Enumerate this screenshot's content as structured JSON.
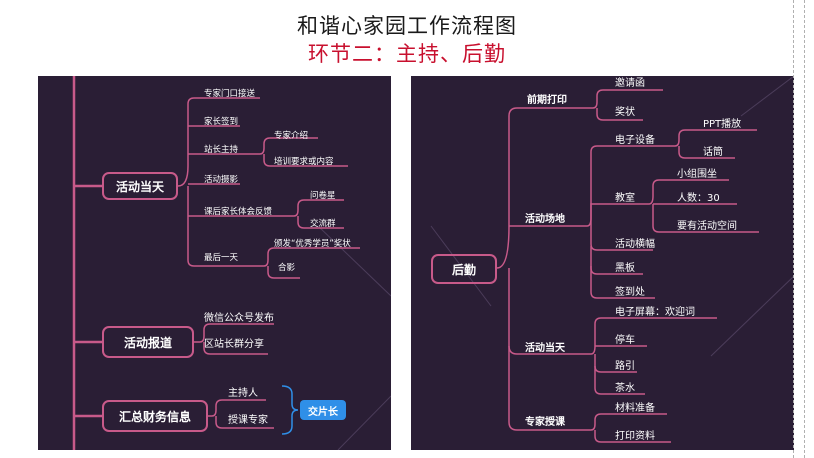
{
  "page": {
    "title": "和谐心家园工作流程图",
    "subtitle": "环节二：主持、后勤"
  },
  "left": {
    "n1": {
      "label": "活动当天",
      "children": [
        "专家门口接送",
        "家长签到",
        "站长主持",
        "活动摄影",
        "课后家长体会反馈",
        "最后一天"
      ],
      "host_sub": [
        "专家介绍",
        "培训要求或内容"
      ],
      "feedback_sub": [
        "问卷星",
        "交流群"
      ],
      "last_sub": [
        "颁发“优秀学员”奖状",
        "合影"
      ]
    },
    "n2": {
      "label": "活动报道",
      "children": [
        "微信公众号发布",
        "区站长群分享"
      ]
    },
    "n3": {
      "label": "汇总财务信息",
      "children": [
        "主持人",
        "授课专家"
      ],
      "badge": "交片长"
    }
  },
  "right": {
    "root": "后勤",
    "b1": {
      "label": "前期打印",
      "children": [
        "邀请函",
        "奖状"
      ]
    },
    "b2": {
      "label": "活动场地",
      "equip": "电子设备",
      "equip_sub": [
        "PPT播放",
        "话筒"
      ],
      "room": "教室",
      "room_sub": [
        "小组围坐",
        "人数：30",
        "要有活动空间"
      ],
      "others": [
        "活动横幅",
        "黑板",
        "签到处"
      ]
    },
    "b3": {
      "label": "活动当天",
      "children": [
        "电子屏幕：欢迎词",
        "停车",
        "路引",
        "茶水"
      ]
    },
    "b4": {
      "label": "专家授课",
      "children": [
        "材料准备",
        "打印资料"
      ]
    }
  },
  "colors": {
    "panel_bg": "#2a1e35",
    "line": "#c85a8a",
    "badge": "#2f8fe8",
    "subtitle": "#c8102e"
  }
}
